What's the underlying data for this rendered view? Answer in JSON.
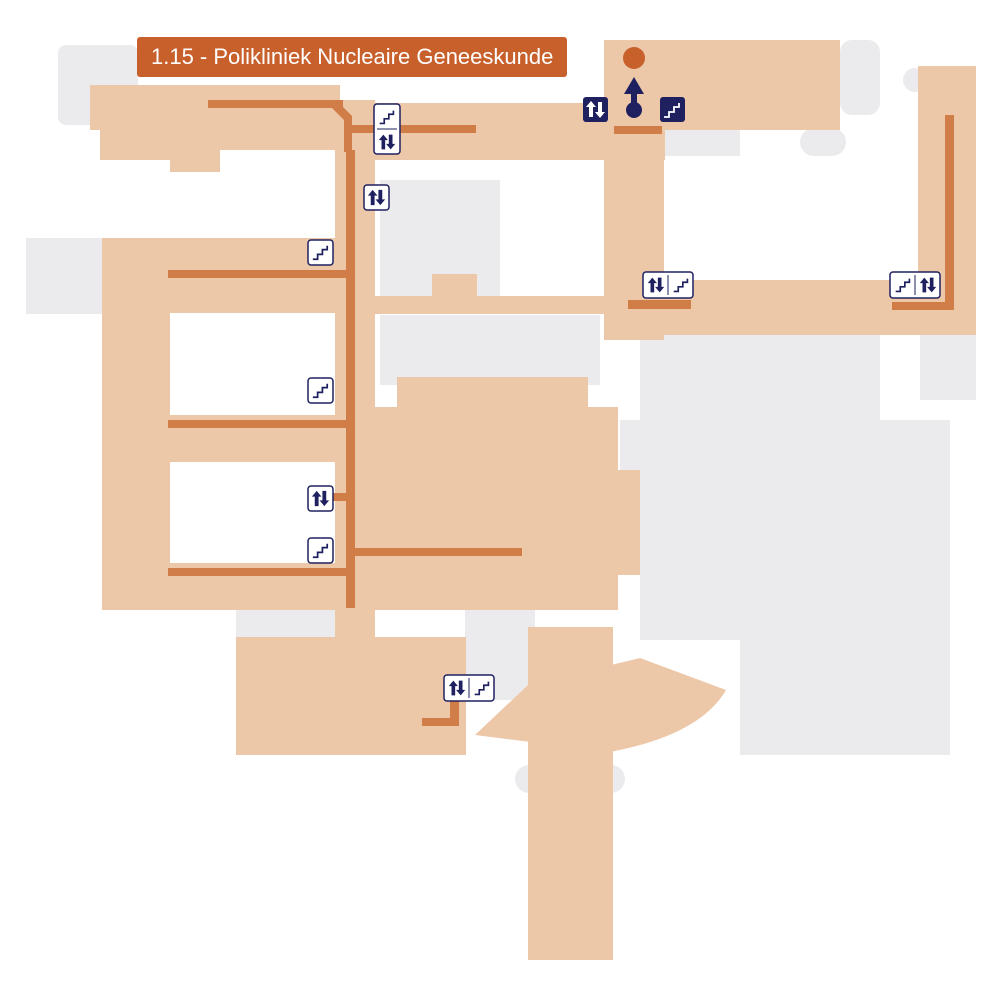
{
  "destination": {
    "label": "1.15 - Polikliniek Nucleaire Geneeskunde"
  },
  "colors": {
    "background": "#ffffff",
    "other_buildings": "#ebebed",
    "floor_area": "#ecc7a8",
    "corridor_route": "#d17d48",
    "destination_marker": "#c8602c",
    "you_are_here": "#1e2060",
    "icon_border": "#1e2060"
  },
  "icons": [
    {
      "name": "stairs-icon"
    },
    {
      "name": "elevator-icon"
    },
    {
      "name": "you-are-here-marker"
    },
    {
      "name": "destination-marker"
    }
  ]
}
